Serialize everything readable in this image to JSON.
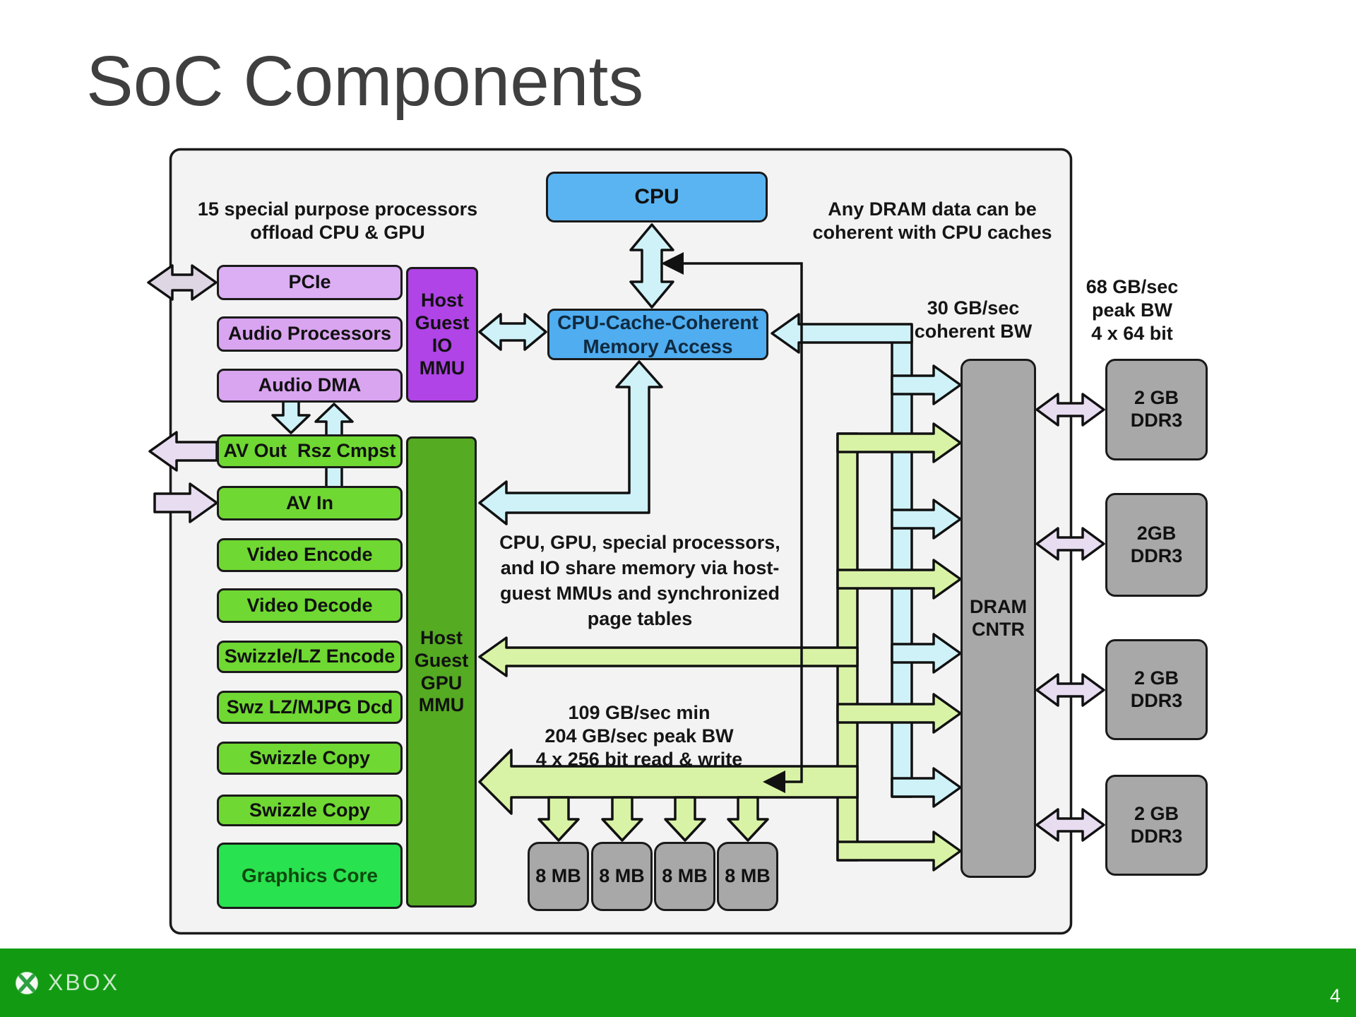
{
  "slide": {
    "title": "SoC Components",
    "page_number": "4",
    "brand": "XBOX"
  },
  "diagram": {
    "cpu": "CPU",
    "memory_access": "CPU-Cache-Coherent\nMemory Access",
    "io_column": [
      "PCIe",
      "Audio Processors",
      "Audio DMA"
    ],
    "io_mmu": "Host\nGuest\nIO\nMMU",
    "gpu_mmu": "Host\nGuest\nGPU\nMMU",
    "gpu_column": [
      "AV Out  Rsz Cmpst",
      "AV In",
      "Video Encode",
      "Video Decode",
      "Swizzle/LZ Encode",
      "Swz LZ/MJPG Dcd",
      "Swizzle Copy",
      "Swizzle Copy",
      "Graphics Core"
    ],
    "dram_cntr": "DRAM\nCNTR",
    "sram_banks": [
      "8 MB",
      "8 MB",
      "8 MB",
      "8 MB"
    ],
    "ddr_banks": [
      "2 GB\nDDR3",
      "2GB\nDDR3",
      "2 GB\nDDR3",
      "2 GB\nDDR3"
    ],
    "notes": {
      "special_processors": "15 special purpose processors\noffload CPU & GPU",
      "dram_coherent": "Any DRAM data can be\ncoherent with CPU caches",
      "coherent_bw": "30 GB/sec\ncoherent BW",
      "ddr_bw": "68 GB/sec\npeak BW\n4 x 64 bit",
      "shared_memory": "CPU, GPU, special processors,\nand IO share memory via host-\nguest MMUs and synchronized\npage tables",
      "sram_bw": "109 GB/sec min\n204 GB/sec peak BW\n4 x 256 bit read & write"
    },
    "colors": {
      "cpu_blue": "#5bb4f2",
      "mmu_purple": "#b044e6",
      "processor_purple": "#d9a4f0",
      "gpu_green": "#6fd832",
      "graphics_core_green": "#29e24f",
      "gpu_mmu_green": "#55ab22",
      "memory_gray": "#a8a8a8",
      "cyan_arrow": "#cef2f8",
      "green_arrow": "#d9f3a6",
      "lavender_arrow": "#e7dcf0",
      "footer_green": "#129b12"
    }
  }
}
